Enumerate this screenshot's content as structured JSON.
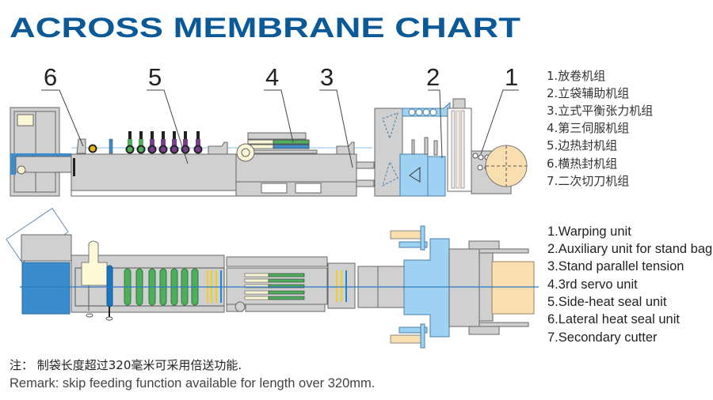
{
  "title": "ACROSS MEMBRANE CHART",
  "callouts": [
    "6",
    "5",
    "4",
    "3",
    "2",
    "1"
  ],
  "legend_cn": [
    "1.放卷机组",
    "2.立袋辅助机组",
    "3.立式平衡张力机组",
    "4.第三伺服机组",
    "5.边热封机组",
    "6.横热封机组",
    "7.二次切刀机组"
  ],
  "legend_en": [
    "1.Warping unit",
    "2.Auxiliary unit for stand bag",
    "3.Stand parallel tension",
    "4.3rd servo unit",
    "5.Side-heat seal unit",
    "6.Lateral heat seal unit",
    "7.Secondary cutter"
  ],
  "note_cn": "注： 制袋长度超过320毫米可采用倍送功能.",
  "remark_en": "Remark: skip feeding function available for length over 320mm.",
  "colors": {
    "title": "#0b5a97",
    "machine_gray": "#d0d0d0",
    "blue": "#3a8ccc",
    "light_blue": "#9fd2f2",
    "beige": "#f9deb0",
    "green": "#4fae5e",
    "purple": "#7a3f8c",
    "yellow": "#f2cf1d"
  }
}
